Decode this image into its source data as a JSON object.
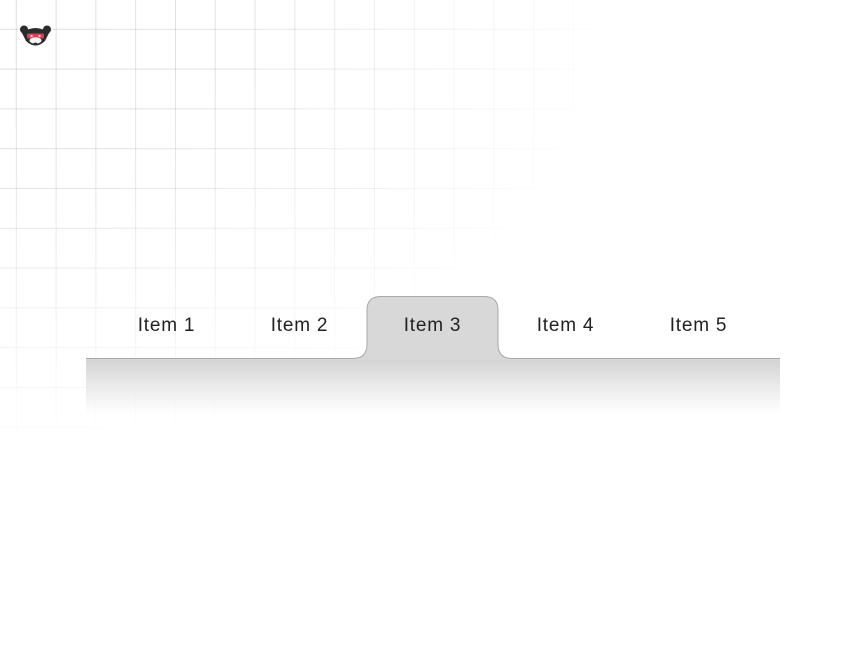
{
  "logo": {
    "icon": "masked-bear-logo-icon"
  },
  "tabs": {
    "selected_index": 2,
    "items": [
      {
        "label": "Item 1"
      },
      {
        "label": "Item 2"
      },
      {
        "label": "Item 3"
      },
      {
        "label": "Item 4"
      },
      {
        "label": "Item 5"
      }
    ]
  },
  "colors": {
    "selected_tab_bg": "#d8d8d8",
    "tab_border": "#a9a9a9",
    "text": "#222222",
    "grid_line": "#d7d7d7"
  }
}
